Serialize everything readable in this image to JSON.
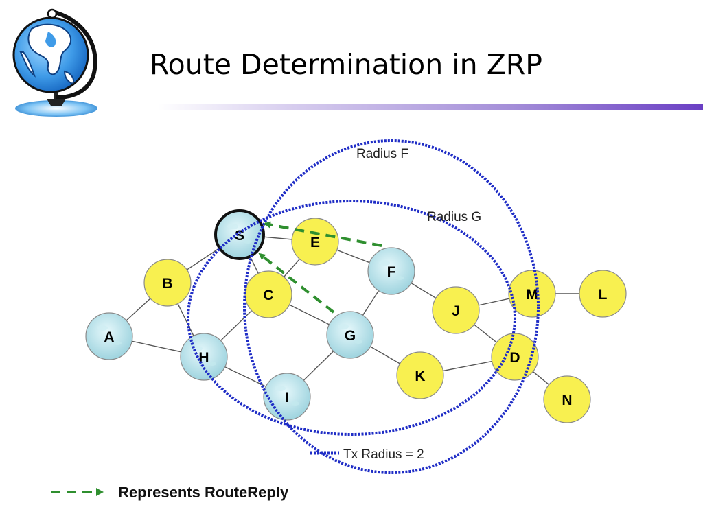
{
  "slide": {
    "title": "Route Determination in ZRP"
  },
  "logo": {
    "icon": "globe-icon"
  },
  "diagram": {
    "colors": {
      "yellow_node": "#f8f050",
      "blue_node": "#a9dde6",
      "edge": "#555555",
      "zone_ring": "#1f2dc6",
      "route_reply": "#2f8f2f"
    },
    "nodes": [
      {
        "id": "S",
        "label": "S",
        "color": "blue",
        "source": true
      },
      {
        "id": "E",
        "label": "E",
        "color": "yellow"
      },
      {
        "id": "F",
        "label": "F",
        "color": "blue"
      },
      {
        "id": "B",
        "label": "B",
        "color": "yellow"
      },
      {
        "id": "C",
        "label": "C",
        "color": "yellow"
      },
      {
        "id": "A",
        "label": "A",
        "color": "blue"
      },
      {
        "id": "G",
        "label": "G",
        "color": "blue"
      },
      {
        "id": "H",
        "label": "H",
        "color": "blue"
      },
      {
        "id": "I",
        "label": "I",
        "color": "blue"
      },
      {
        "id": "J",
        "label": "J",
        "color": "yellow"
      },
      {
        "id": "K",
        "label": "K",
        "color": "yellow"
      },
      {
        "id": "M",
        "label": "M",
        "color": "yellow"
      },
      {
        "id": "L",
        "label": "L",
        "color": "yellow"
      },
      {
        "id": "D",
        "label": "D",
        "color": "yellow"
      },
      {
        "id": "N",
        "label": "N",
        "color": "yellow"
      }
    ],
    "edges": [
      [
        "S",
        "E"
      ],
      [
        "S",
        "B"
      ],
      [
        "S",
        "C"
      ],
      [
        "E",
        "C"
      ],
      [
        "E",
        "F"
      ],
      [
        "B",
        "A"
      ],
      [
        "B",
        "H"
      ],
      [
        "A",
        "H"
      ],
      [
        "C",
        "H"
      ],
      [
        "C",
        "G"
      ],
      [
        "H",
        "I"
      ],
      [
        "I",
        "G"
      ],
      [
        "G",
        "F"
      ],
      [
        "G",
        "K"
      ],
      [
        "F",
        "J"
      ],
      [
        "J",
        "M"
      ],
      [
        "J",
        "D"
      ],
      [
        "M",
        "L"
      ],
      [
        "K",
        "D"
      ],
      [
        "D",
        "N"
      ]
    ],
    "route_reply_paths": [
      [
        "F",
        "S"
      ],
      [
        "G",
        "S"
      ]
    ],
    "zones": [
      {
        "center": "F",
        "label": "Radius F"
      },
      {
        "center": "G",
        "label": "Radius G"
      }
    ],
    "tx_radius_label": "Tx Radius = 2",
    "legend_label": "Represents RouteReply"
  }
}
